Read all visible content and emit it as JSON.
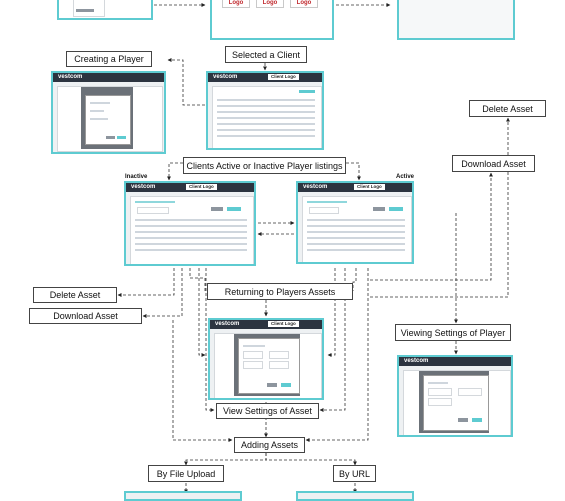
{
  "labels": {
    "creating_player": "Creating a Player",
    "selected_client": "Selected a Client",
    "delete_asset_top": "Delete Asset",
    "download_asset_top": "Download Asset",
    "clients_listings": "Clients Active or Inactive Player listings",
    "inactive": "Inactive",
    "active": "Active",
    "returning_assets": "Returning to Players Assets",
    "delete_asset_left": "Delete Asset",
    "download_asset_left": "Download Asset",
    "viewing_settings_player": "Viewing Settings of Player",
    "view_settings_asset": "View Settings of Asset",
    "adding_assets": "Adding Assets",
    "by_file_upload": "By File Upload",
    "by_url": "By URL"
  },
  "screens": {
    "brand": "vestcom",
    "client_logo": "Client Logo",
    "logo_placeholder": "Logo"
  },
  "colors": {
    "accent": "#5ecbd1",
    "header": "#2c3440",
    "logo_red": "#c0282d"
  }
}
